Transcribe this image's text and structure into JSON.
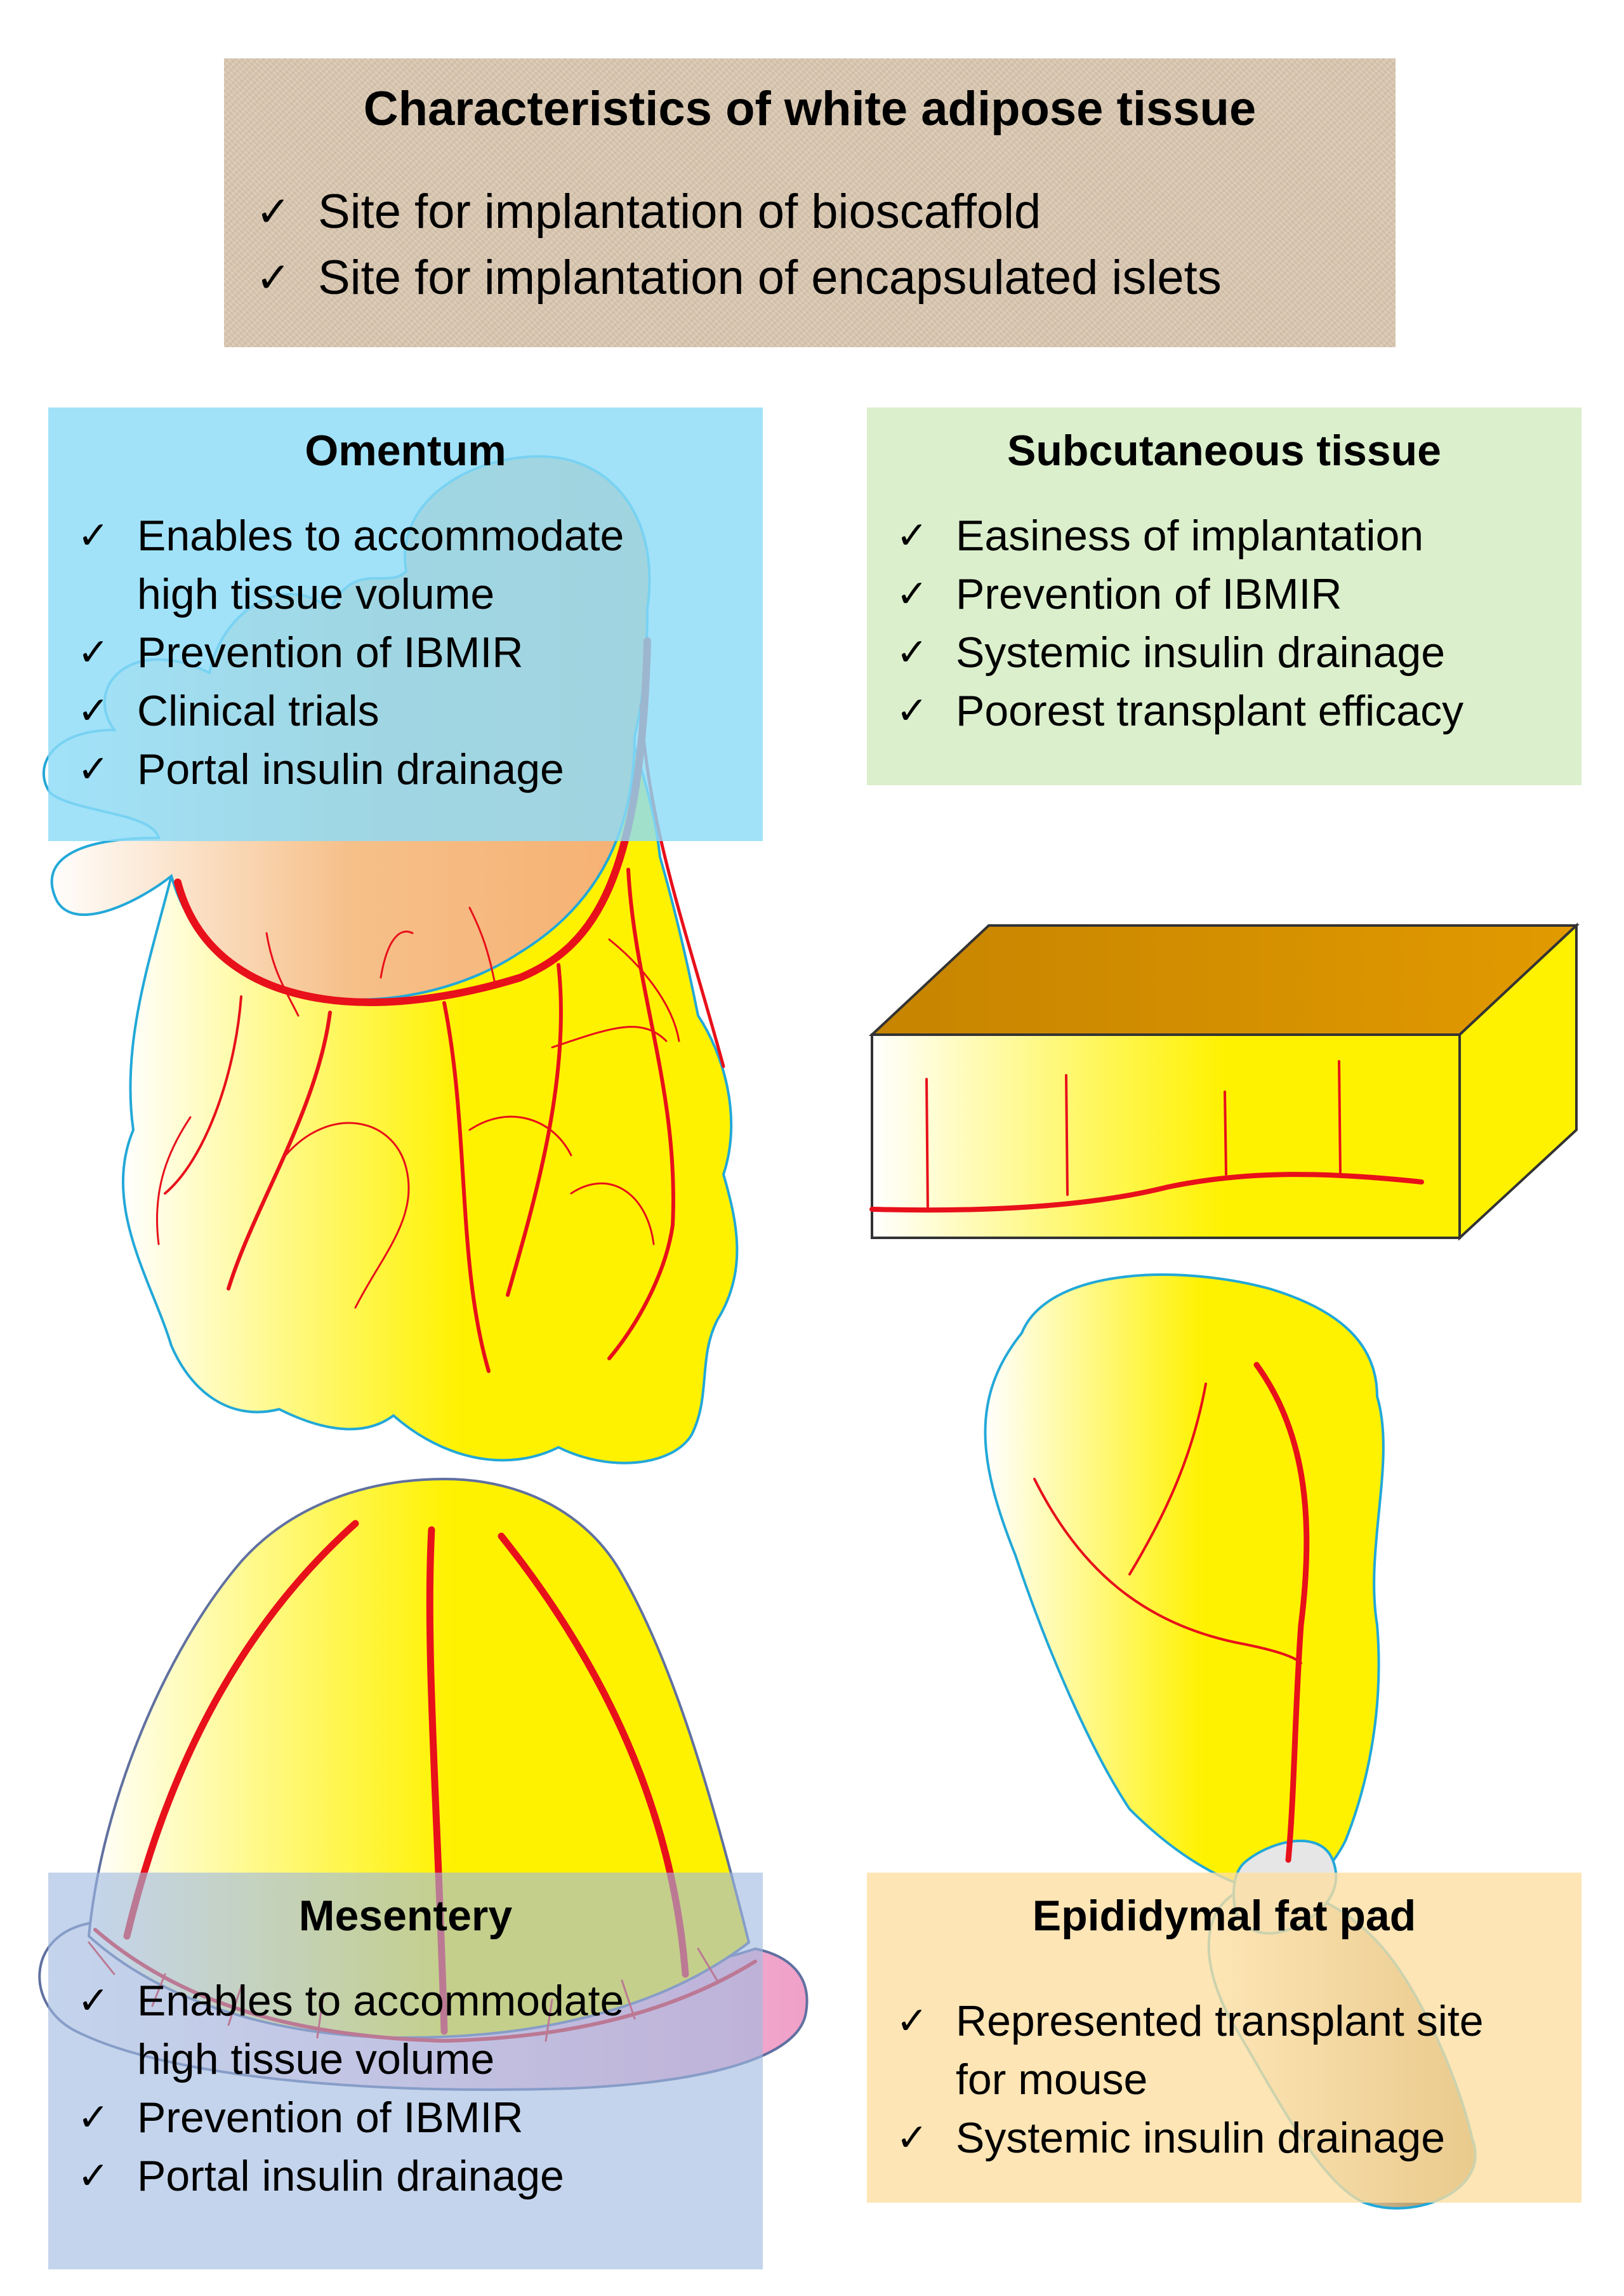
{
  "header": {
    "title": "Characteristics of white adipose tissue",
    "items": [
      "Site for implantation of bioscaffold",
      "Site for implantation of encapsulated islets"
    ]
  },
  "omentum": {
    "title": "Omentum",
    "items": [
      "Enables to accommodate\nhigh tissue volume",
      "Prevention of IBMIR",
      "Clinical trials",
      "Portal insulin drainage"
    ]
  },
  "subcutaneous": {
    "title": "Subcutaneous tissue",
    "items": [
      "Easiness of implantation",
      "Prevention of IBMIR",
      "Systemic insulin drainage",
      "Poorest transplant efficacy"
    ]
  },
  "mesentery": {
    "title": "Mesentery",
    "items": [
      "Enables to accommodate\nhigh tissue volume",
      "Prevention of IBMIR",
      "Portal insulin drainage"
    ]
  },
  "epididymal": {
    "title": "Epididymal fat pad",
    "items": [
      "Represented transplant site\nfor mouse",
      "Systemic insulin drainage"
    ]
  },
  "check_glyph": "✓",
  "colors": {
    "fat_yellow": "#fff200",
    "vessel_red": "#e8101a",
    "outline_cyan": "#22a8d8",
    "header_bg": "#dac7b0",
    "omentum_box": "#8cdcf8",
    "subcutaneous_box": "#dbefcc",
    "mesentery_box": "#a0b9e1",
    "epididymal_box": "#fcdea0",
    "block_top": "#e29a00",
    "stomach_peach": "#f6c08a",
    "intestine_pink": "#f0a0c8",
    "testis_tan": "#b8965a"
  }
}
